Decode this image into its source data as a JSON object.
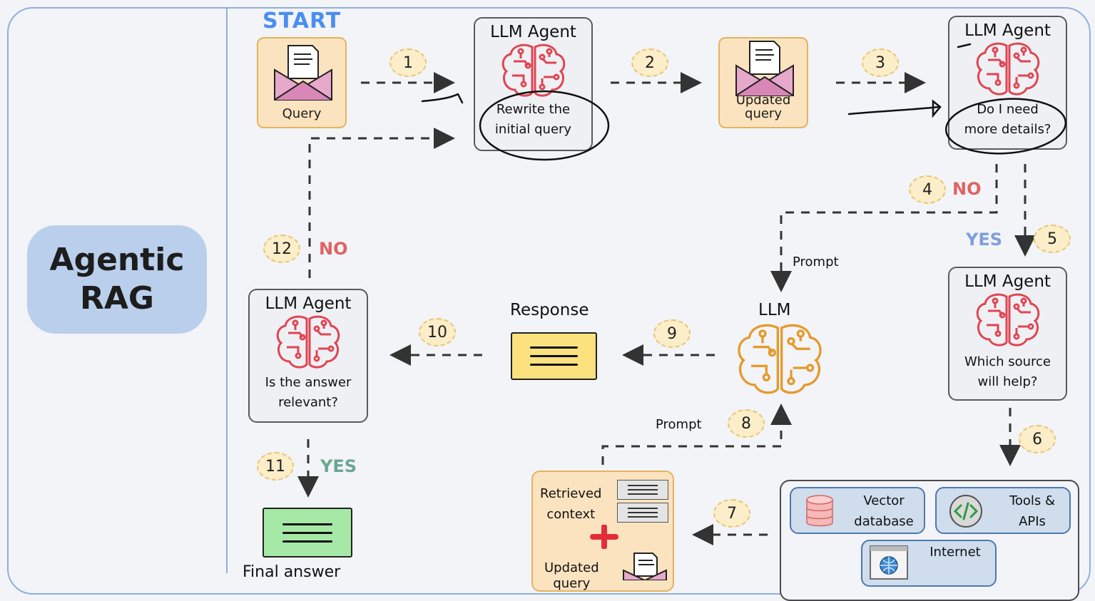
{
  "title": "Agentic\nRAG",
  "start_label": "START",
  "nodes": {
    "query": "Query",
    "agent1_title": "LLM Agent",
    "agent1_sub": "Rewrite the\ninitial query",
    "updated_query": "Updated\nquery",
    "agent2_title": "LLM Agent",
    "agent2_sub": "Do I need\nmore details?",
    "agent3_title": "LLM Agent",
    "agent3_sub": "Which source\nwill help?",
    "llm": "LLM",
    "response": "Response",
    "agent4_title": "LLM Agent",
    "agent4_sub": "Is the answer\nrelevant?",
    "final_answer": "Final answer",
    "retrieved_context": "Retrieved\ncontext",
    "updated_query_bottom": "Updated\nquery"
  },
  "sources": {
    "vector_db": "Vector\ndatabase",
    "tools_apis": "Tools &\nAPIs",
    "internet": "Internet"
  },
  "steps": [
    "1",
    "2",
    "3",
    "4",
    "5",
    "6",
    "7",
    "8",
    "9",
    "10",
    "11",
    "12"
  ],
  "edge_labels": {
    "no_4": "NO",
    "yes_5": "YES",
    "no_12": "NO",
    "yes_11": "YES",
    "prompt_top": "Prompt",
    "prompt_bottom": "Prompt"
  },
  "colors": {
    "accent_blue": "#4b8df0",
    "no_red": "#e06363",
    "yes_blue": "#7f9fda",
    "yes_green": "#6aa88f",
    "brain_red": "#e04552",
    "brain_orange": "#e59a2c",
    "response_yellow": "#fbe27e",
    "final_green": "#a6e8a6"
  },
  "icons": [
    "envelope-icon",
    "brain-icon",
    "database-icon",
    "code-icon",
    "globe-icon",
    "plus-icon",
    "document-icon"
  ]
}
